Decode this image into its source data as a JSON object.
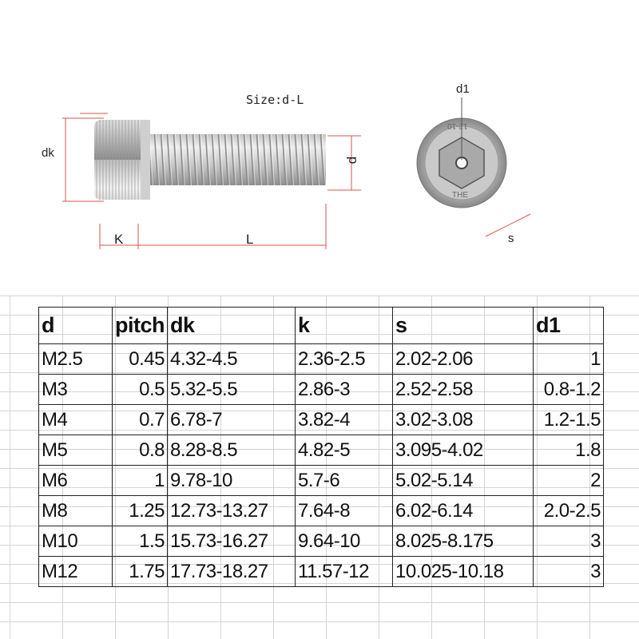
{
  "diagram": {
    "size_label": "Size:d-L",
    "dk_label": "dk",
    "d_label": "d",
    "k_label": "K",
    "l_label": "L",
    "d1_label": "d1",
    "s_label": "s",
    "head_marking": "12-10",
    "head_marking_bottom": "THE"
  },
  "table": {
    "headers": [
      "d",
      "pitch",
      "dk",
      "k",
      "s",
      "d1"
    ],
    "rows": [
      [
        "M2.5",
        "0.45",
        "4.32-4.5",
        "2.36-2.5",
        "2.02-2.06",
        "1"
      ],
      [
        "M3",
        "0.5",
        "5.32-5.5",
        "2.86-3",
        "2.52-2.58",
        "0.8-1.2"
      ],
      [
        "M4",
        "0.7",
        "6.78-7",
        "3.82-4",
        "3.02-3.08",
        "1.2-1.5"
      ],
      [
        "M5",
        "0.8",
        "8.28-8.5",
        "4.82-5",
        "3.095-4.02",
        "1.8"
      ],
      [
        "M6",
        "1",
        "9.78-10",
        "5.7-6",
        "5.02-5.14",
        "2"
      ],
      [
        "M8",
        "1.25",
        "12.73-13.27",
        "7.64-8",
        "6.02-6.14",
        "2.0-2.5"
      ],
      [
        "M10",
        "1.5",
        "15.73-16.27",
        "9.64-10",
        "8.025-8.175",
        "3"
      ],
      [
        "M12",
        "1.75",
        "17.73-18.27",
        "11.57-12",
        "10.025-10.18",
        "3"
      ]
    ],
    "align": [
      "txt",
      "num",
      "txt",
      "txt",
      "txt",
      "num"
    ]
  },
  "colors": {
    "dimension_line": "#d9534f",
    "steel_light": "#e8e8e8",
    "steel_dark": "#8a8a8a",
    "grid": "#d4d4d4"
  }
}
